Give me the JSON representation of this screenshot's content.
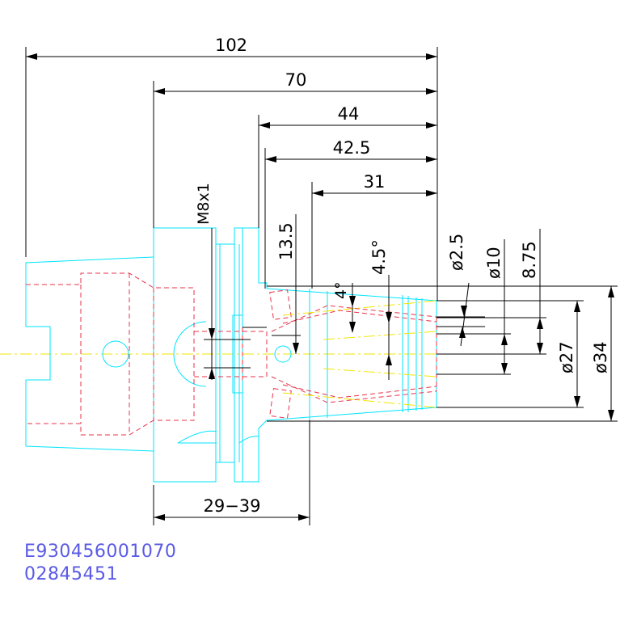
{
  "dimensions": {
    "overall_length": "102",
    "length_70": "70",
    "length_44": "44",
    "length_42_5": "42.5",
    "length_31": "31",
    "thread": "M8x1",
    "depth_13_5": "13.5",
    "angle_4_5": "4.5°",
    "angle_4": "4°",
    "dia_2_5": "ø2.5",
    "dia_10": "ø10",
    "dia_8_75": "8.75",
    "dia_27": "ø27",
    "dia_34": "ø34",
    "range_29_39": "29−39"
  },
  "part_codes": {
    "code_1": "E930456001070",
    "code_2": "02845451"
  },
  "colors": {
    "outline": "#00e5ff",
    "hidden": "#e8304a",
    "centerline": "#f2e600",
    "dimension": "#000000",
    "code_text": "#5a5ae6"
  }
}
